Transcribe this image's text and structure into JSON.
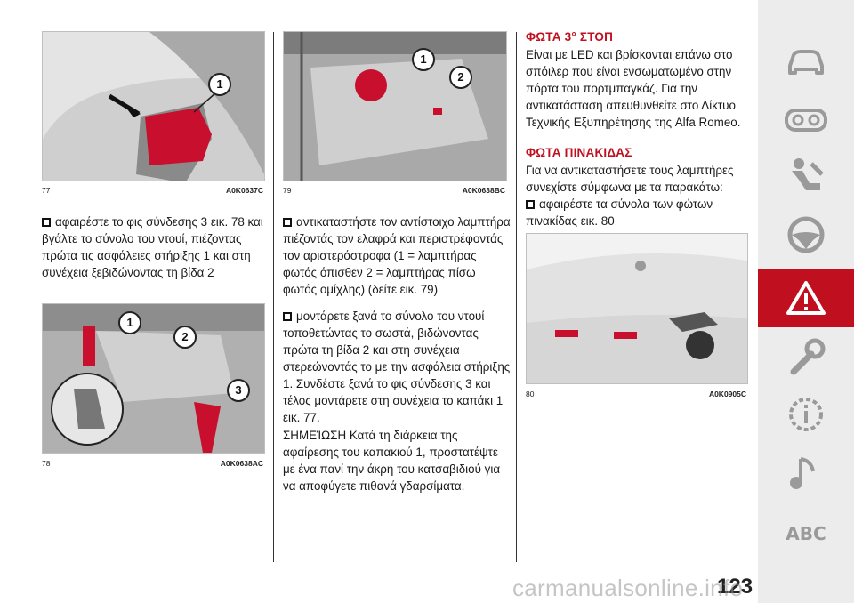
{
  "figures": [
    {
      "number": "77",
      "code": "A0K0637C"
    },
    {
      "number": "78",
      "code": "A0K0638AC"
    },
    {
      "number": "79",
      "code": "A0K0638BC"
    },
    {
      "number": "80",
      "code": "A0K0905C"
    }
  ],
  "callouts": {
    "fig77": [
      "1"
    ],
    "fig78": [
      "1",
      "2",
      "3"
    ],
    "fig79": [
      "1",
      "2"
    ]
  },
  "col1": {
    "para1": "αφαιρέστε το φις σύνδεσης 3 εικ. 78 και βγάλτε το σύνολο του ντουί, πιέζοντας πρώτα τις ασφάλειες στήριξης 1 και στη συνέχεια ξεβιδώνοντας τη βίδα 2"
  },
  "col2": {
    "para1": "αντικαταστήστε τον αντίστοιχο λαμπτήρα πιέζοντάς τον ελαφρά και περιστρέφοντάς τον αριστερόστροφα (1 = λαμπτήρας φωτός όπισθεν 2 = λαμπτήρας πίσω φωτός ομίχλης) (δείτε εικ. 79)",
    "para2": "μοντάρετε ξανά το σύνολο του ντουί τοποθετώντας το σωστά, βιδώνοντας πρώτα τη βίδα 2 και στη συνέχεια στερεώνοντάς το με την ασφάλεια στήριξης 1. Συνδέστε ξανά το φις σύνδεσης 3 και τέλος μοντάρετε στη συνέχεια το καπάκι 1 εικ. 77.",
    "note": "ΣΗΜΕΊΩΣΗ Κατά τη διάρκεια της αφαίρεσης του καπακιού 1, προστατέψτε με ένα πανί την άκρη του κατσαβιδιού για να αποφύγετε πιθανά γδαρσίματα."
  },
  "col3": {
    "heading1": "ΦΩΤΑ 3° ΣΤΟΠ",
    "para1": "Είναι με LED και βρίσκονται επάνω στο σπόιλερ που είναι ενσωματωμένο στην πόρτα του πορτμπαγκάζ. Για την αντικατάσταση απευθυνθείτε στο Δίκτυο Τεχνικής Εξυπηρέτησης της Alfa Romeo.",
    "heading2": "ΦΩΤΑ ΠΙΝΑΚΙΔΑΣ",
    "para2": "Για να αντικαταστήσετε τους λαμπτήρες συνεχίστε σύμφωνα με τα παρακάτω:",
    "para3": "αφαιρέστε τα σύνολα των φώτων πινακίδας εικ. 80"
  },
  "sidebar": {
    "items": [
      {
        "icon": "car-icon"
      },
      {
        "icon": "dashboard-icon"
      },
      {
        "icon": "safety-icon"
      },
      {
        "icon": "steering-wheel-icon"
      },
      {
        "icon": "warning-icon",
        "active": true
      },
      {
        "icon": "wrench-icon"
      },
      {
        "icon": "info-icon"
      },
      {
        "icon": "music-icon"
      }
    ],
    "abc_label": "ABC",
    "accent": "#c0101f"
  },
  "page_number": "123",
  "watermark": "carmanualsonline.info"
}
